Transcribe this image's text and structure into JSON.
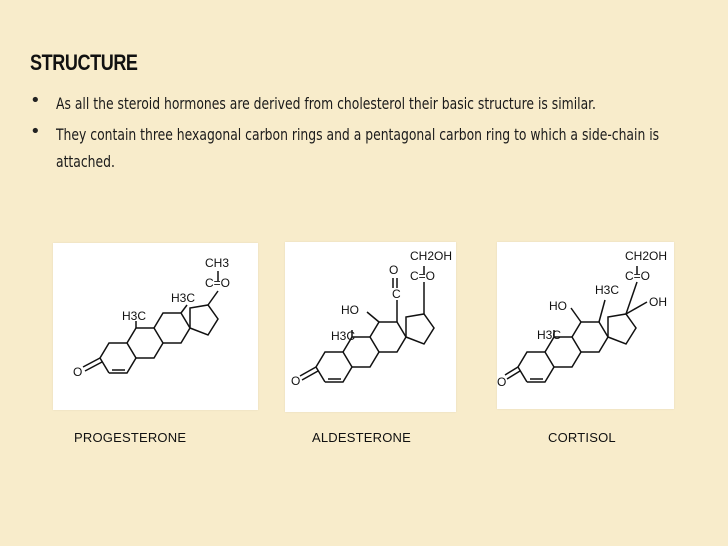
{
  "slide": {
    "title": "STRUCTURE",
    "bullets": [
      {
        "text": "As all the steroid hormones are derived from cholesterol their basic structure is similar."
      },
      {
        "text": "They contain three hexagonal carbon rings and a pentagonal carbon ring to which a side-chain is attached."
      }
    ]
  },
  "bullet_glyph": "•",
  "structures": [
    {
      "name": "PROGESTERONE",
      "labels": {
        "o3": "O",
        "h3c_19": "H3C",
        "h3c_18": "H3C",
        "ch3": "CH3",
        "c_o": "C=O"
      }
    },
    {
      "name": "ALDESTERONE",
      "labels": {
        "o3": "O",
        "h3c_19": "H3C",
        "ho": "HO",
        "o_ald": "O",
        "c_ald": "C",
        "ch2oh": "CH2OH",
        "c_o": "C=O"
      }
    },
    {
      "name": "CORTISOL",
      "labels": {
        "o3": "O",
        "h3c_19": "H3C",
        "ho": "HO",
        "h3c_18": "H3C",
        "oh": "OH",
        "ch2oh": "CH2OH",
        "c_o": "C=O"
      }
    }
  ],
  "colors": {
    "background": "#f8eccb",
    "panel": "#ffffff",
    "ink": "#111111"
  }
}
